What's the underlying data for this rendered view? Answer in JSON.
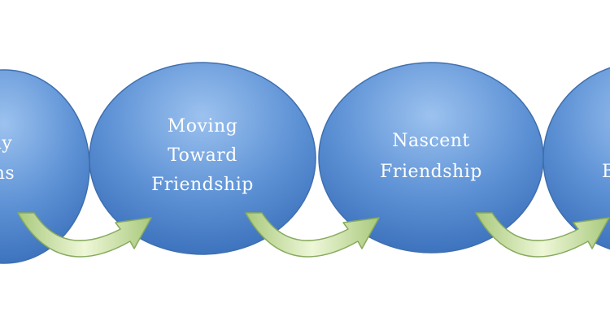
{
  "diagram": {
    "stages": [
      {
        "label_lines": [
          "ly",
          "ns"
        ]
      },
      {
        "label_lines": [
          "Moving",
          "Toward",
          "Friendship"
        ]
      },
      {
        "label_lines": [
          "Nascent",
          "Friendship"
        ]
      },
      {
        "label_lines": [
          "",
          "B"
        ]
      }
    ],
    "colors": {
      "circle_top": "#9cc2ef",
      "circle_mid": "#5f93d6",
      "circle_bottom": "#3a70bb",
      "circle_stroke": "#3f6fae",
      "arrow_light": "#eef7d8",
      "arrow_dark": "#a9c97c",
      "arrow_stroke": "#87aa5d",
      "label_text": "#ffffff"
    },
    "icons": [
      "curved-arrow-icon"
    ]
  }
}
